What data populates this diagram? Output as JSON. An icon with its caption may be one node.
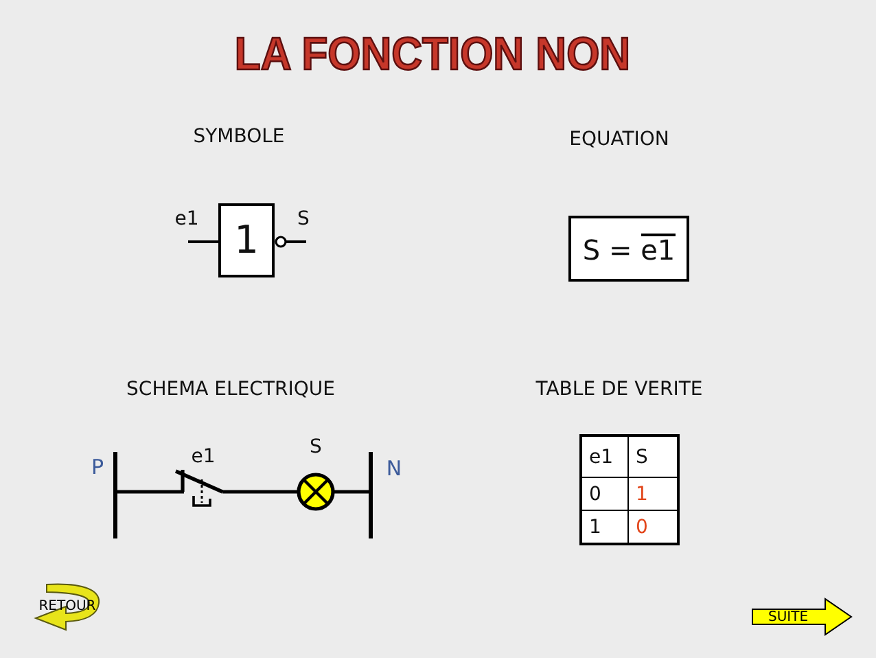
{
  "diagram": {
    "title": "LA FONCTION NON",
    "nodes": [
      {
        "text": [
          "1"
        ],
        "beside": [
          "e1",
          "S"
        ]
      },
      {
        "text": [
          "S = e1"
        ]
      }
    ],
    "labels": [
      "SYMBOLE",
      "EQUATION",
      "SCHEMA ELECTRIQUE",
      "TABLE DE VERITE",
      "P",
      "e1",
      "S",
      "N",
      "e1",
      "S",
      "0",
      "1",
      "1",
      "0",
      "RETOUR",
      "SUITE"
    ]
  }
}
